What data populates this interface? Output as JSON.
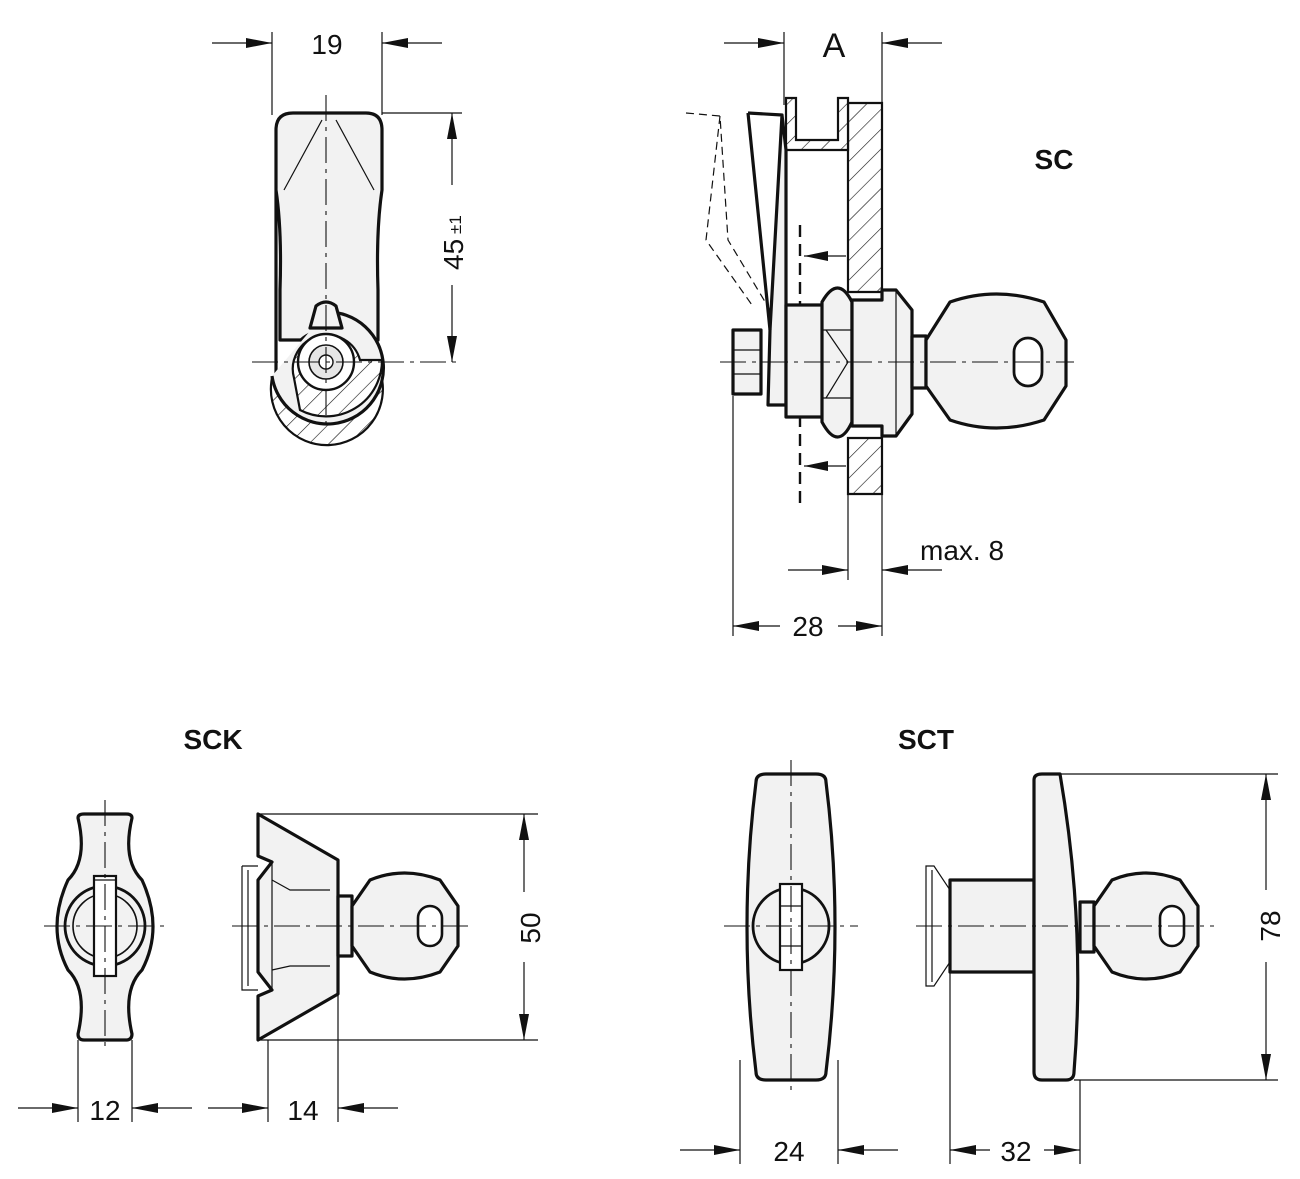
{
  "views": {
    "sc": {
      "label": "SC"
    },
    "sck": {
      "label": "SCK"
    },
    "sct": {
      "label": "SCT"
    }
  },
  "dimensions": {
    "sc_width": "19",
    "sc_height": "45",
    "sc_height_tol": "±1",
    "sc_a": "A",
    "sc_max": "max. 8",
    "sc_depth": "28",
    "sck_width": "12",
    "sck_depth": "14",
    "sck_height": "50",
    "sct_width": "24",
    "sct_depth": "32",
    "sct_height": "78"
  },
  "colors": {
    "line": "#111111",
    "fill": "#f2f2f2",
    "background": "#ffffff"
  }
}
